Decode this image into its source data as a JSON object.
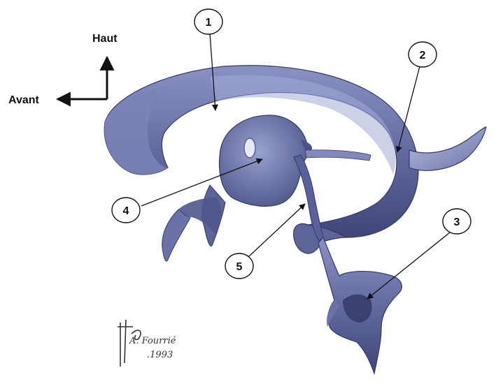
{
  "orientation": {
    "up_label": "Haut",
    "front_label": "Avant"
  },
  "callouts": [
    {
      "label": "1"
    },
    {
      "label": "2"
    },
    {
      "label": "3"
    },
    {
      "label": "4"
    },
    {
      "label": "5"
    }
  ],
  "signature": {
    "name": "A. Fourrié",
    "year": ".1993"
  },
  "colors": {
    "structure": "#6b73a8",
    "structure_dark": "#3f4578",
    "structure_light": "#a7b0d6",
    "line": "#111111",
    "background": "#ffffff"
  }
}
